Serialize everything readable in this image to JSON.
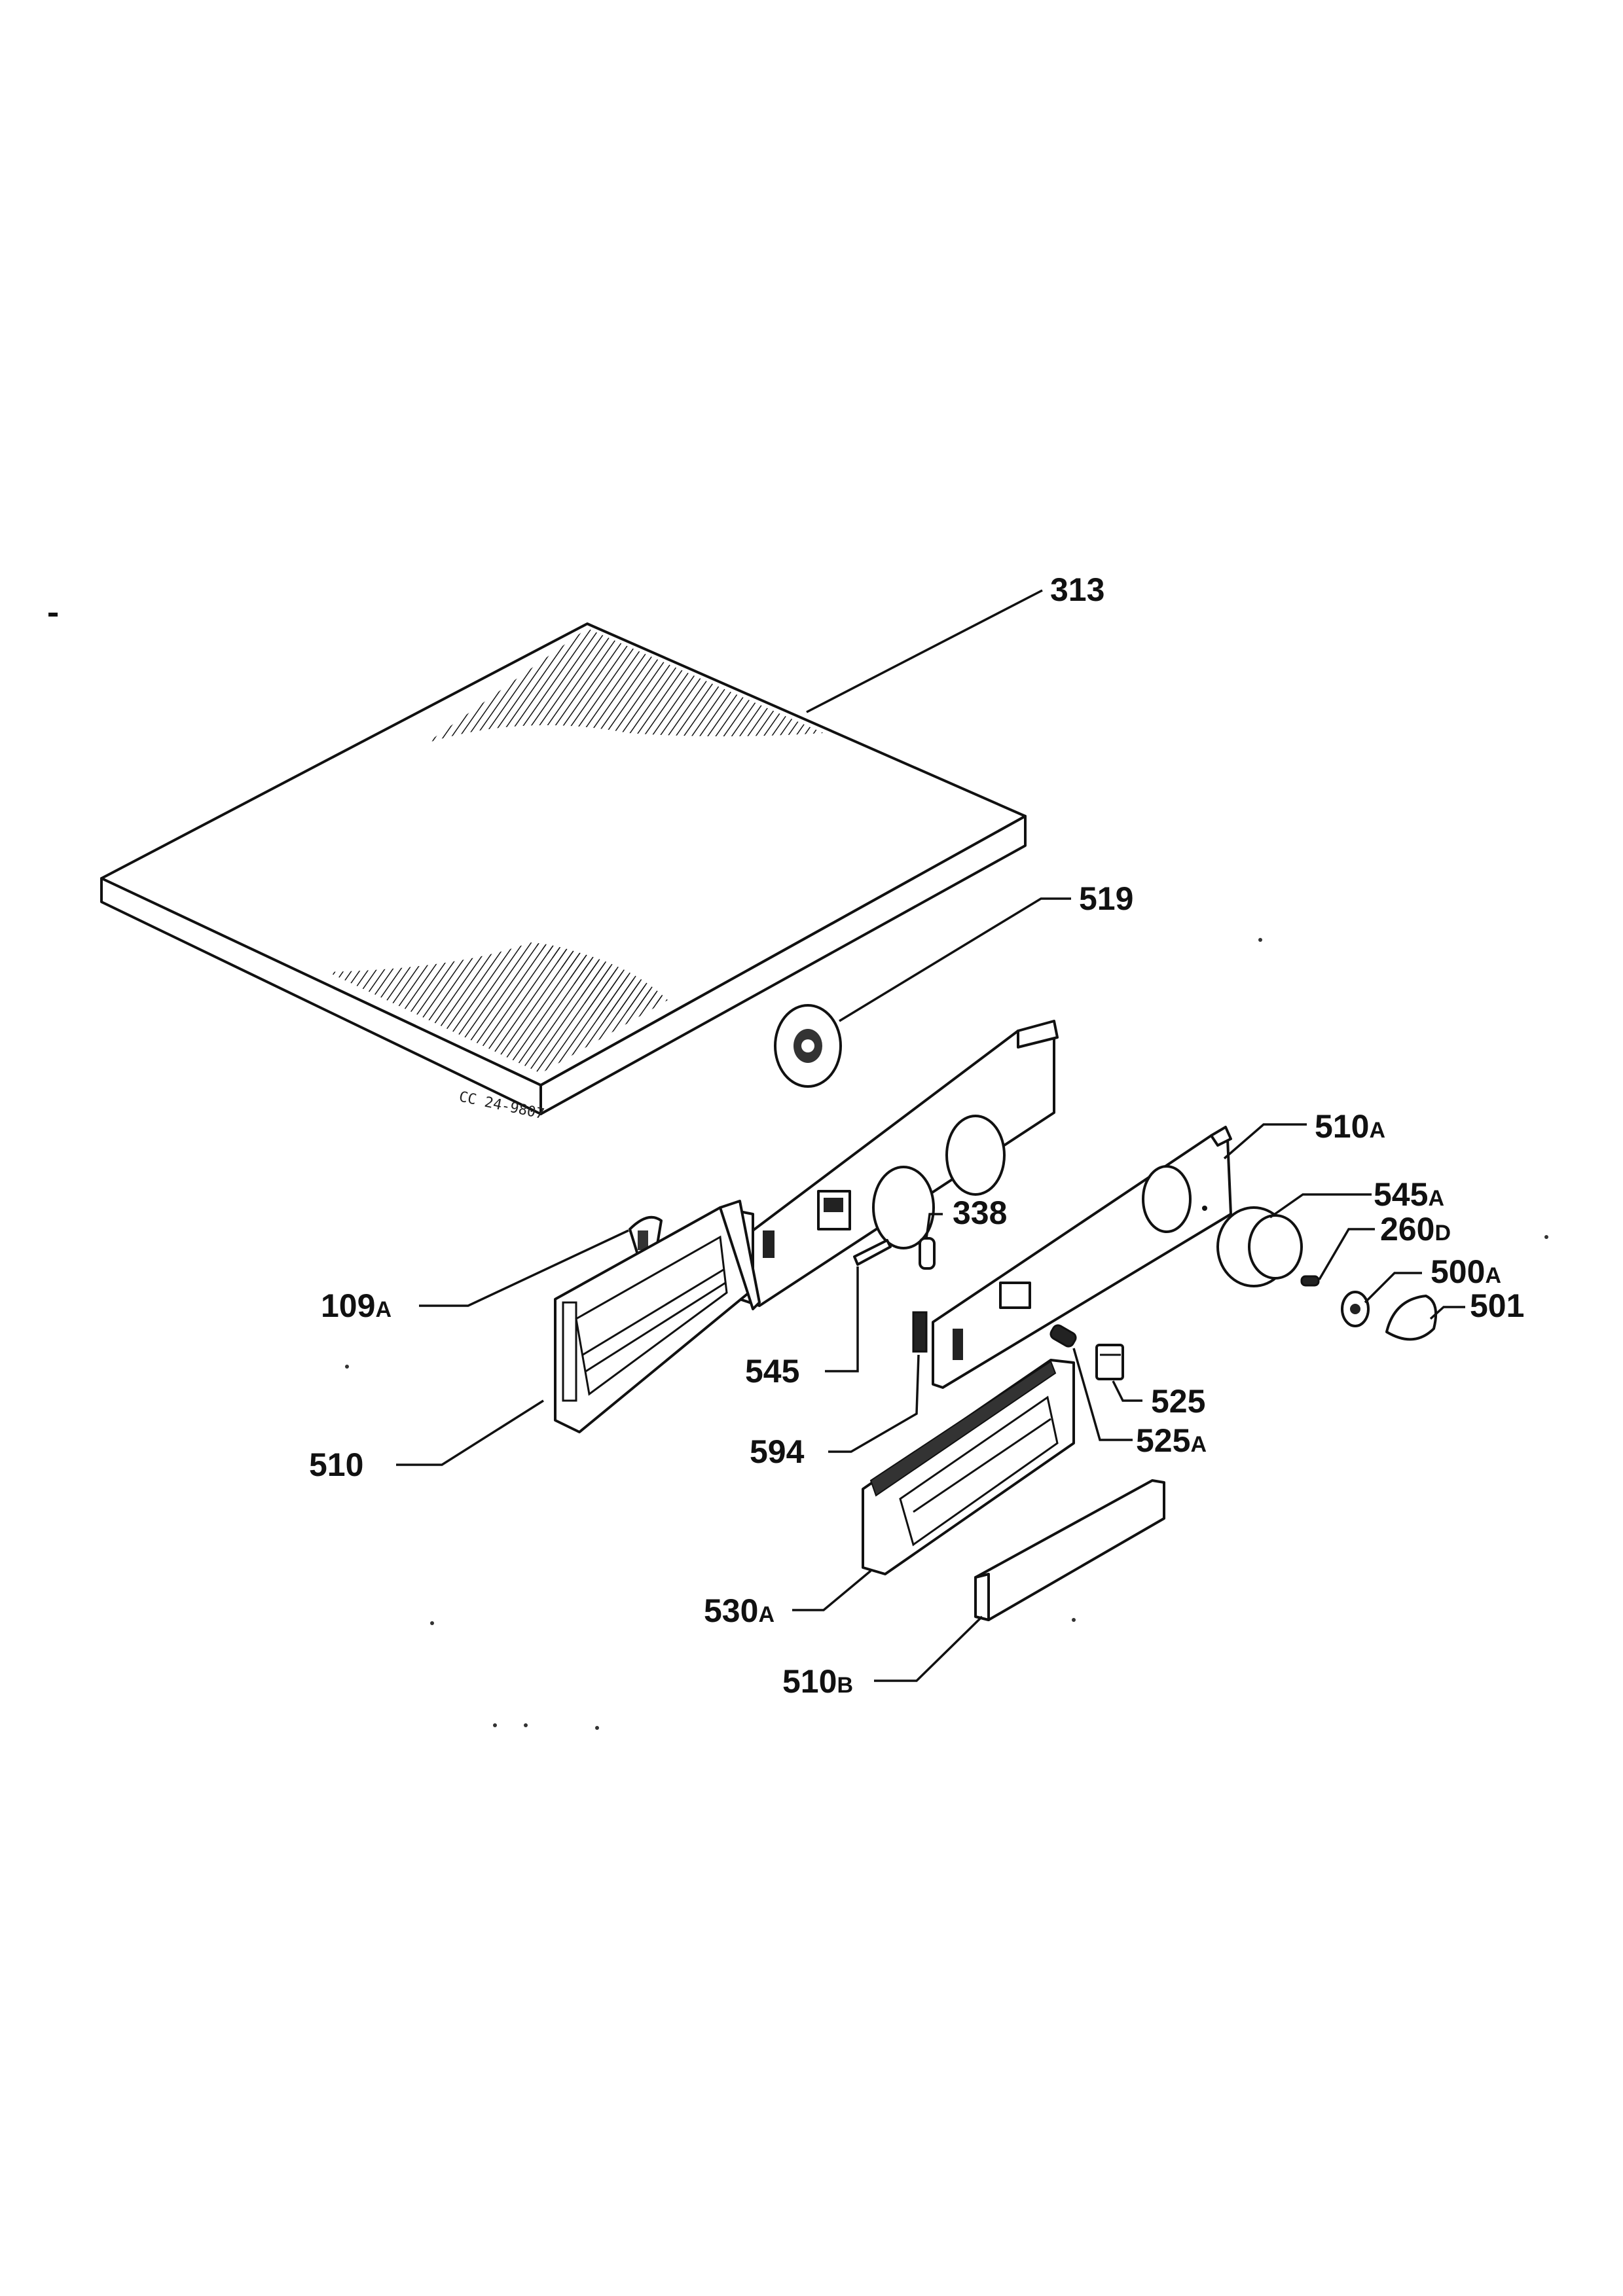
{
  "drawing_code": "CC 24-9807",
  "parts": [
    {
      "number": "313",
      "suffix": ""
    },
    {
      "number": "519",
      "suffix": ""
    },
    {
      "number": "510",
      "suffix": "A"
    },
    {
      "number": "545",
      "suffix": "A"
    },
    {
      "number": "260",
      "suffix": "D"
    },
    {
      "number": "500",
      "suffix": "A"
    },
    {
      "number": "501",
      "suffix": ""
    },
    {
      "number": "338",
      "suffix": ""
    },
    {
      "number": "109",
      "suffix": "A"
    },
    {
      "number": "545",
      "suffix": ""
    },
    {
      "number": "510",
      "suffix": ""
    },
    {
      "number": "594",
      "suffix": ""
    },
    {
      "number": "525",
      "suffix": ""
    },
    {
      "number": "525",
      "suffix": "A"
    },
    {
      "number": "530",
      "suffix": "A"
    },
    {
      "number": "510",
      "suffix": "B"
    }
  ]
}
